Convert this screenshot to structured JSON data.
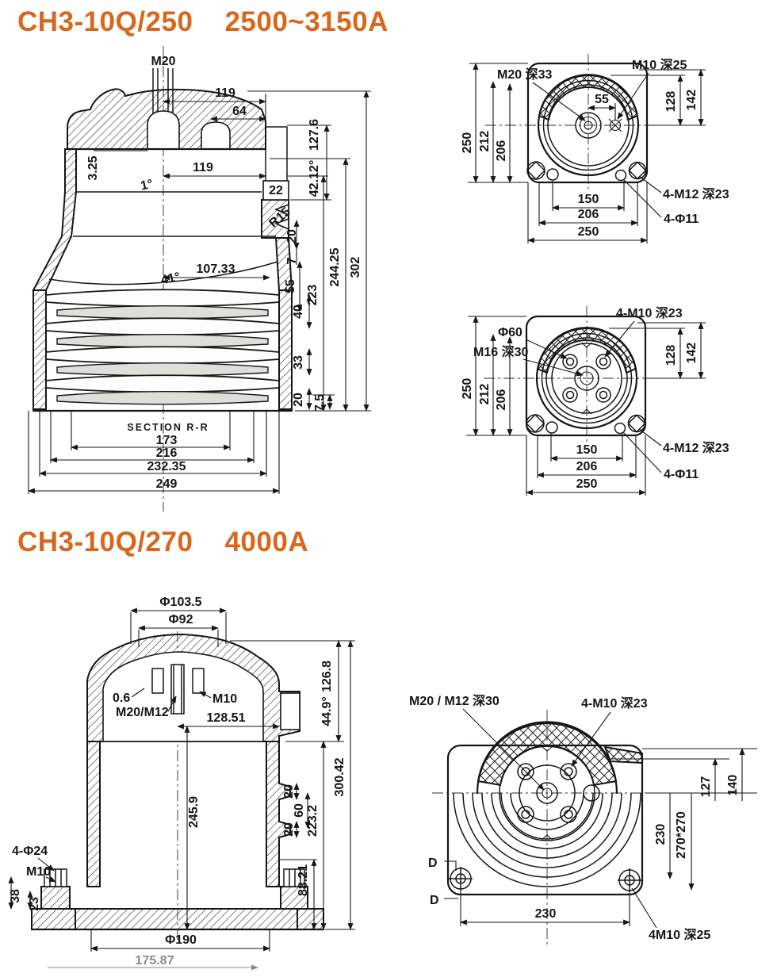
{
  "page": {
    "background": "#ffffff",
    "ink": "#1a1a1a",
    "accent": "#d8671d"
  },
  "section1": {
    "model": "CH3-10Q/250",
    "rating": "2500~3150A"
  },
  "section2": {
    "model": "CH3-10Q/270",
    "rating": "4000A"
  },
  "d1": {
    "m20": "M20",
    "w119top": "119",
    "w64": "64",
    "t325": "3.25",
    "w119mid": "119",
    "b22": "22",
    "a4212": "42.12°",
    "h1276": "127.6",
    "a1": "1°",
    "r15": "R15",
    "h20side": "20",
    "h7side": "7",
    "w10733": "107.33",
    "a41": "41°",
    "h55": "55",
    "h223": "223",
    "h24425": "244.25",
    "h302": "302",
    "h40": "40",
    "h33": "33",
    "h20low": "20",
    "h75": "7.5",
    "section": "SECTION R-R",
    "w173": "173",
    "w216": "216",
    "w23235": "232.35",
    "w249": "249"
  },
  "d2": {
    "m20d33": "M20 深33",
    "m10d25": "M10 深25",
    "w55": "55",
    "h128": "128",
    "h142": "142",
    "v250": "250",
    "v212": "212",
    "v206": "206",
    "w150": "150",
    "w206": "206",
    "w250": "250",
    "m12d23": "4-M12 深23",
    "phi11": "4-Φ11"
  },
  "d3": {
    "m10d23": "4-M10 深23",
    "phi60": "Φ60",
    "m16d30": "M16 深30",
    "h128": "128",
    "h142": "142",
    "v250": "250",
    "v212": "212",
    "v206": "206",
    "w150": "150",
    "w206": "206",
    "w250": "250",
    "m12d23": "4-M12 深23",
    "phi11": "4-Φ11"
  },
  "d4": {
    "phi1035": "Φ103.5",
    "phi92": "Φ92",
    "t06": "0.6",
    "m20m12": "M20/M12",
    "m10": "M10",
    "w12851": "128.51",
    "h1268": "126.8",
    "a449": "44.9°",
    "h30042": "300.42",
    "h2459": "245.9",
    "h20a": "20",
    "h60": "60",
    "h20b": "20",
    "h2232": "223.2",
    "h8821": "88.21",
    "phi24": "4-Φ24",
    "m10b": "M10",
    "h38": "38",
    "h23": "23",
    "phi190": "Φ190",
    "wbase": "175.87"
  },
  "d5": {
    "m20m12d30": "M20 / M12 深30",
    "m10d23": "4-M10 深23",
    "h127": "127",
    "h140": "140",
    "v230": "230",
    "v270": "270*270",
    "dmark1": "D",
    "dmark2": "D",
    "w230": "230",
    "m10d25": "4M10 深25"
  }
}
